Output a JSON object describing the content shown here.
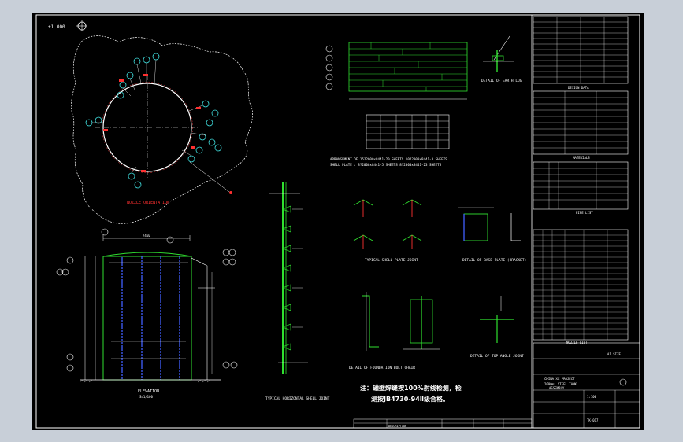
{
  "sheet": {
    "labels": {
      "plan_view": "NOZZLE ORIENTATION",
      "elevation": "ELEVATION",
      "elevation_scale": "S=1/100",
      "shell_joint": "TYPICAL HORIZONTAL SHELL JOINT",
      "arrangement_line1": "ARRANGEMENT OF 15?2000x8441-20 SHEETS  10?2000x8441-3 SHEETS",
      "arrangement_line2": "SHELL PLATE    : 8?2000x8441-5 SHEETS  8?2000x8441-23 SHEETS",
      "earth_lug": "DETAIL OF EARTH LUG",
      "shell_plate_joint": "TYPICAL SHELL PLATE JOINT",
      "base_plate": "DETAIL OF BASE PLATE (BRACKET)",
      "foundation_bolt": "DETAIL OF FOUNDATION BOLT CHAIR",
      "top_angle": "DETAIL OF TOP ANGLE JOINT",
      "note_line1": "注：罐壁焊缝按100%射线检测，检",
      "note_line2": "测按JB4730-94Ⅱ级合格。"
    },
    "title_block": {
      "project": "CHINA XX PROJECT",
      "drawing_title": "2000m³ STEEL TANK",
      "drawing_subtitle": "ASSEMBLY",
      "scale": "1:100",
      "drawing_no": "TK-017",
      "revision_col": "DESCRIPTION",
      "page": "A1 SIZE"
    },
    "sections": {
      "design_data": "DESIGN DATA",
      "materials": "MATERIALS",
      "pipe_list": "PIPE LIST",
      "nozzle_list": "NOZZLE LIST"
    }
  }
}
